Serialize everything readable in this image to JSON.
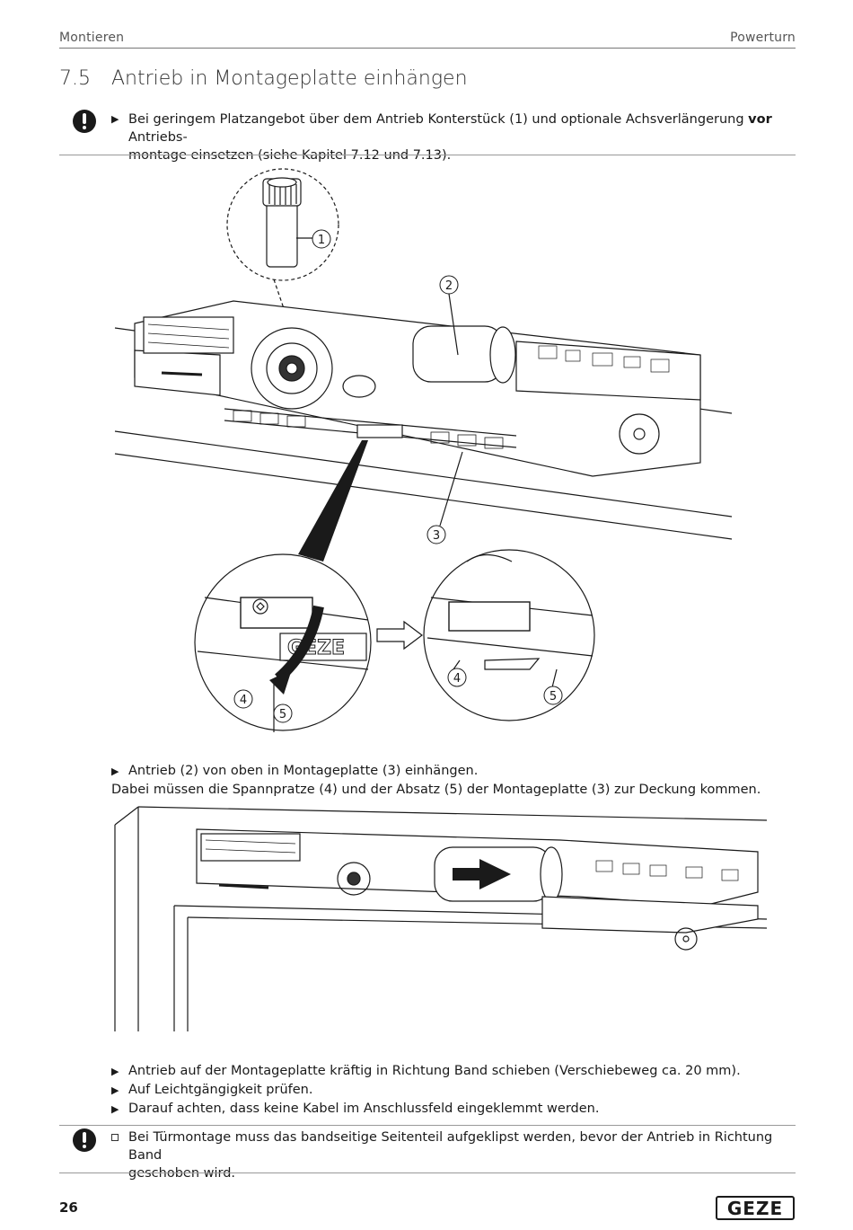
{
  "header": {
    "left": "Montieren",
    "right": "Powerturn"
  },
  "section": {
    "number": "7.5",
    "title": "Antrieb in Montageplatte einhängen"
  },
  "note1": {
    "text_before": "Bei geringem Platzangebot über dem Antrieb Konterstück (1) und optionale Achsverlängerung ",
    "bold": "vor",
    "text_after": " Antriebs-",
    "line2": "montage einsetzen (siehe Kapitel 7.12 und 7.13)."
  },
  "figure1": {
    "callouts": [
      "1",
      "2",
      "3",
      "4",
      "5"
    ],
    "logo_text": "GEZE"
  },
  "step1": {
    "line1": "Antrieb (2) von oben in Montageplatte (3) einhängen.",
    "line2": "Dabei müssen die Spannpratze (4) und der Absatz (5) der Montageplatte (3) zur Deckung kommen."
  },
  "steps2": [
    "Antrieb auf der Montageplatte kräftig in Richtung Band schieben (Verschiebeweg ca. 20 mm).",
    "Auf Leichtgängigkeit prüfen.",
    "Darauf achten, dass keine Kabel im Anschlussfeld eingeklemmt werden."
  ],
  "note2": {
    "line1": "Bei Türmontage muss das bandseitige Seitenteil aufgeklipst werden, bevor der Antrieb in Richtung Band",
    "line2": "geschoben wird."
  },
  "footer": {
    "page": "26",
    "logo": "GEZE"
  },
  "icons": [
    "warning-icon",
    "bullet-triangle-icon",
    "checkbox-square-icon"
  ]
}
